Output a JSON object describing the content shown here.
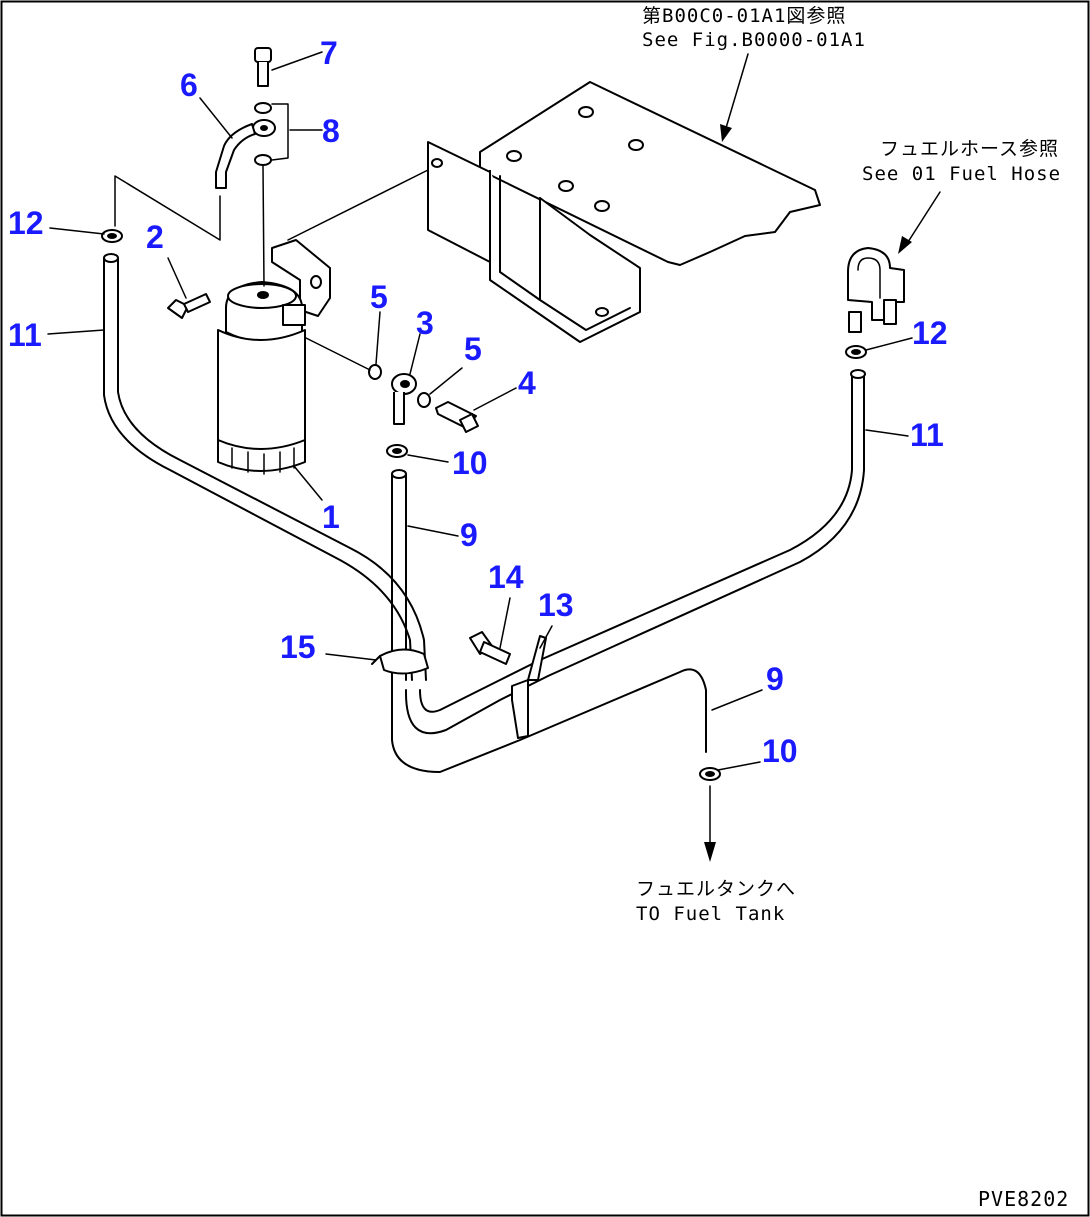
{
  "diagram": {
    "notes": {
      "frame_ref_jp": "第B00C0-01A1図参照",
      "frame_ref_en": "See Fig.B0000-01A1",
      "hose_ref_jp": "フュエルホース参照",
      "hose_ref_en": "See 01 Fuel Hose",
      "tank_jp": "フュエルタンクへ",
      "tank_en": "TO Fuel Tank"
    },
    "drawing_code": "PVE8202",
    "callouts": {
      "c1": "1",
      "c2": "2",
      "c3": "3",
      "c4": "4",
      "c5a": "5",
      "c5b": "5",
      "c6": "6",
      "c7": "7",
      "c8": "8",
      "c9a": "9",
      "c9b": "9",
      "c10a": "10",
      "c10b": "10",
      "c11a": "11",
      "c11b": "11",
      "c12a": "12",
      "c12b": "12",
      "c13": "13",
      "c14": "14",
      "c15": "15"
    },
    "colors": {
      "callout": "#1a1aff",
      "line": "#000000",
      "background": "#ffffff"
    }
  }
}
